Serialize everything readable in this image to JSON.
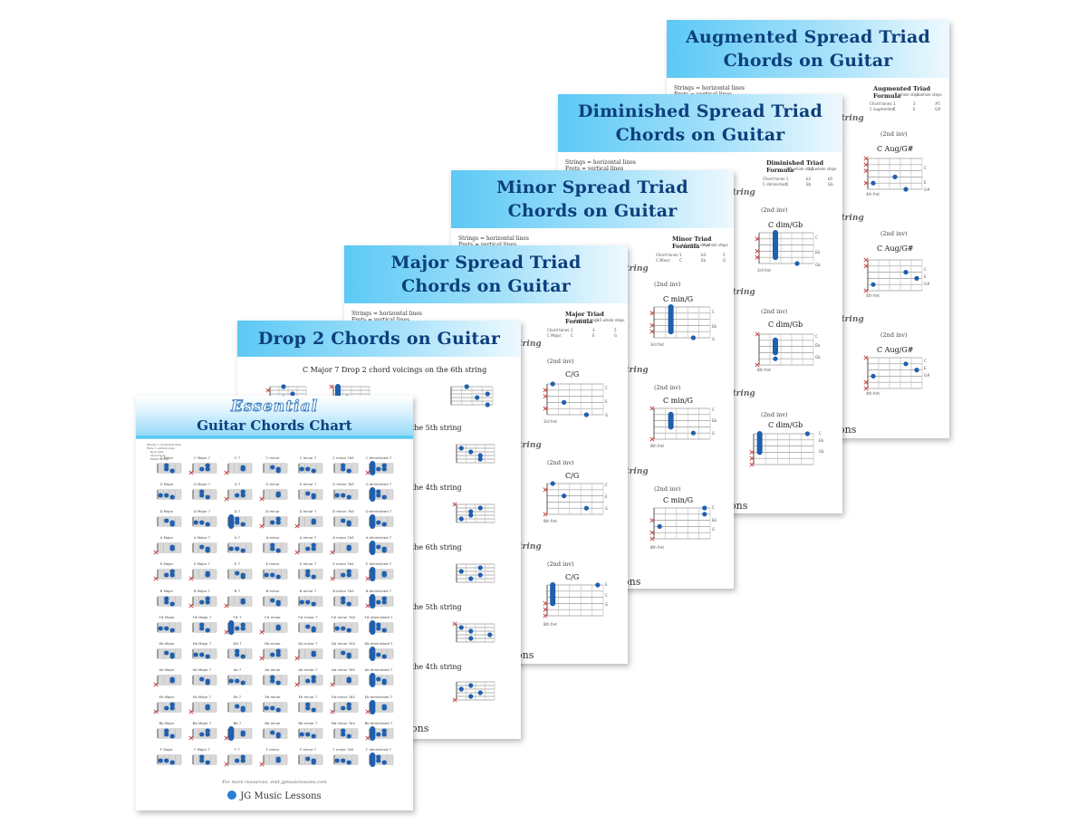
{
  "sheets": {
    "augmented": {
      "title_line1": "Augmented Spread Triad",
      "title_line2": "Chords on Guitar",
      "strings_note": "Strings = horizontal lines",
      "frets_note": "Frets = vertical lines",
      "formula_title": "Augmented Triad Formula",
      "step_label_1": "2 whole steps",
      "step_label_2": "2 whole steps",
      "row1_label": "Chord tones:",
      "row1_vals": [
        "1",
        "3",
        "#5"
      ],
      "row2_label": "C augmented:",
      "row2_vals": [
        "C",
        "E",
        "G#"
      ],
      "section_label": "String",
      "chords": [
        {
          "inv": "(2nd inv)",
          "name": "C Aug/G#",
          "notes": [
            "C",
            "E",
            "G#"
          ],
          "fret": "4th fret"
        },
        {
          "inv": "(2nd inv)",
          "name": "C Aug/G#",
          "notes": [
            "C",
            "E",
            "G#"
          ],
          "fret": "4th fret"
        },
        {
          "inv": "(2nd inv)",
          "name": "C Aug/G#",
          "notes": [
            "C",
            "E",
            "G#"
          ],
          "fret": "4th fret"
        }
      ],
      "footer": "ons"
    },
    "diminished": {
      "title_line1": "Diminished Spread Triad",
      "title_line2": "Chords on Guitar",
      "strings_note": "Strings = horizontal lines",
      "frets_note": "Frets = vertical lines",
      "formula_title": "Diminished Triad Formula",
      "step_label_1": "1.5 whole steps",
      "step_label_2": "1.5 whole steps",
      "row1_label": "Chord tones:",
      "row1_vals": [
        "1",
        "b3",
        "b5"
      ],
      "row2_label": "C diminished:",
      "row2_vals": [
        "C",
        "Eb",
        "Gb"
      ],
      "section_label": "String",
      "chords": [
        {
          "inv": "(2nd inv)",
          "name": "C dim/Gb",
          "notes": [
            "C",
            "Eb",
            "Gb"
          ],
          "fret": "3rd fret"
        },
        {
          "inv": "(2nd inv)",
          "name": "C dim/Gb",
          "notes": [
            "C",
            "Eb",
            "Gb"
          ],
          "fret": "8th fret"
        },
        {
          "inv": "(2nd inv)",
          "name": "C dim/Gb",
          "notes": [
            "C",
            "Eb",
            "Gb"
          ],
          "fret": "8th fret"
        }
      ],
      "footer": "ons"
    },
    "minor": {
      "title_line1": "Minor Spread Triad",
      "title_line2": "Chords on Guitar",
      "strings_note": "Strings = horizontal lines",
      "frets_note": "Frets = vertical lines",
      "formula_title": "Minor Triad Formula",
      "step_label_1": "1.5 whole steps",
      "step_label_2": "2 whole steps",
      "row1_label": "Chord tones:",
      "row1_vals": [
        "1",
        "b3",
        "5"
      ],
      "row2_label": "C Minor:",
      "row2_vals": [
        "C",
        "Eb",
        "G"
      ],
      "section_label": "String",
      "chords": [
        {
          "inv": "(2nd inv)",
          "name": "C min/G",
          "notes": [
            "C",
            "Eb",
            "G"
          ],
          "fret": "3rd fret"
        },
        {
          "inv": "(2nd inv)",
          "name": "C min/G",
          "notes": [
            "C",
            "Eb",
            "G"
          ],
          "fret": "8th fret"
        },
        {
          "inv": "(2nd inv)",
          "name": "C min/G",
          "notes": [
            "C",
            "Eb",
            "G"
          ],
          "fret": "8th fret"
        }
      ],
      "footer": "ons"
    },
    "major": {
      "title_line1": "Major Spread Triad",
      "title_line2": "Chords on Guitar",
      "strings_note": "Strings = horizontal lines",
      "frets_note": "Frets = vertical lines",
      "formula_title": "Major Triad Formula",
      "step_label_1": "2 whole steps",
      "step_label_2": "1.5 whole steps",
      "row1_label": "Chord tones:",
      "row1_vals": [
        "1",
        "3",
        "5"
      ],
      "row2_label": "C Major:",
      "row2_vals": [
        "C",
        "E",
        "G"
      ],
      "section_label": "String",
      "chords": [
        {
          "inv": "(2nd inv)",
          "name": "C/G",
          "notes": [
            "C",
            "E",
            "G"
          ],
          "fret": "3rd fret"
        },
        {
          "inv": "(2nd inv)",
          "name": "C/G",
          "notes": [
            "C",
            "E",
            "G"
          ],
          "fret": "8th fret"
        },
        {
          "inv": "(2nd inv)",
          "name": "C/G",
          "notes": [
            "E",
            "C",
            "G"
          ],
          "fret": "8th fret"
        }
      ],
      "footer": "ons"
    },
    "drop2": {
      "title": "Drop 2 Chords on Guitar",
      "heading_full": "C Major 7 Drop 2 chord voicings on the 6th string",
      "headings_partial": [
        "the 5th string",
        "the 4th string",
        "the 6th string",
        "the 5th string",
        "the 4th string"
      ],
      "footer": "ons"
    },
    "essential": {
      "title_line1": "Essential",
      "title_line2": "Guitar Chords Chart",
      "legend": [
        "Strings = horizontal lines",
        "Frets = vertical lines",
        "Root note",
        "Chord tone",
        "Muted string"
      ],
      "columns": [
        "Major",
        "Major 7",
        "7",
        "minor",
        "minor 7",
        "minor 7b5",
        "diminished 7"
      ],
      "roots": [
        "C",
        "G",
        "D",
        "A",
        "E",
        "B",
        "F#",
        "Db",
        "Ab",
        "Eb",
        "Bb",
        "F"
      ],
      "resources": "For more resources, visit jgmusiclessons.com",
      "brand": "JG Music Lessons"
    }
  }
}
